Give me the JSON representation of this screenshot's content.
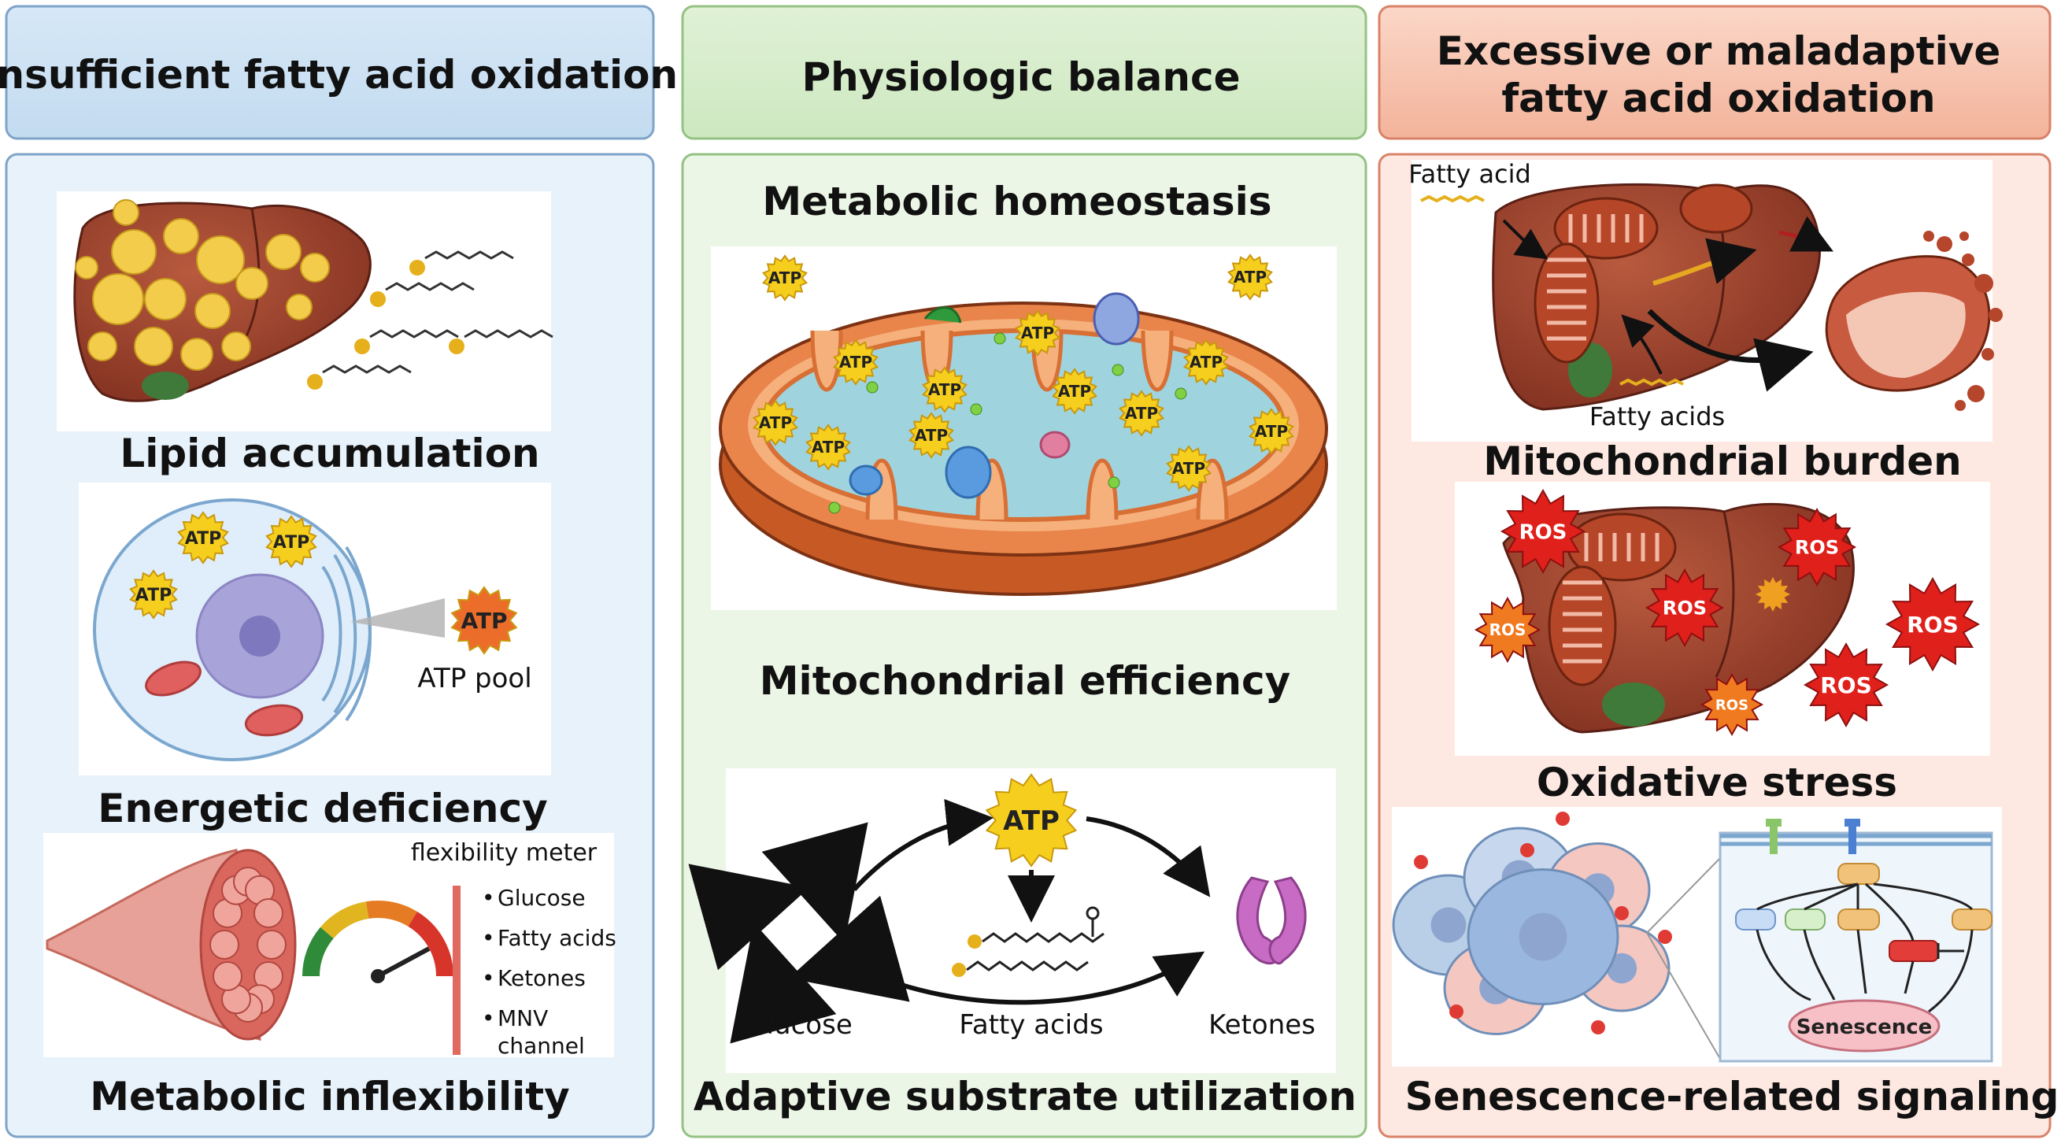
{
  "columns": {
    "left": {
      "header": "Insufficient fatty acid oxidation",
      "labels": {
        "lipid": "Lipid accumulation",
        "energetic": "Energetic deficiency",
        "inflex": "Metabolic inflexibility"
      },
      "atp_pool": "ATP pool",
      "meter_title": "flexibility meter",
      "meter_items": [
        "Glucose",
        "Fatty acids",
        "Ketones",
        "MNV",
        "channel"
      ]
    },
    "middle": {
      "header": "Physiologic balance",
      "labels": {
        "homeostasis": "Metabolic homeostasis",
        "efficiency": "Mitochondrial efficiency",
        "adaptive": "Adaptive substrate utilization"
      },
      "substrates": {
        "glucose": "Glucose",
        "fatty_acids": "Fatty acids",
        "ketones": "Ketones"
      }
    },
    "right": {
      "header_line1": "Excessive or maladaptive",
      "header_line2": "fatty acid oxidation",
      "labels": {
        "burden": "Mitochondrial burden",
        "oxidative": "Oxidative stress",
        "senescence": "Senescence-related signaling"
      },
      "fatty_acid": "Fatty acid",
      "fatty_acids": "Fatty acids",
      "ros": "ROS",
      "senescence_node": "Senescence"
    }
  },
  "atp_label": "ATP",
  "colors": {
    "left_bg": "#e6f1fa",
    "left_border": "#8aaed0",
    "mid_bg": "#e9f4e1",
    "mid_border": "#9ec98d",
    "right_bg": "#fbe4dc",
    "right_border": "#e08c72",
    "liver": "#9a3d2a",
    "atp_yellow": "#f6cf1e",
    "ros_red": "#e0201b"
  }
}
